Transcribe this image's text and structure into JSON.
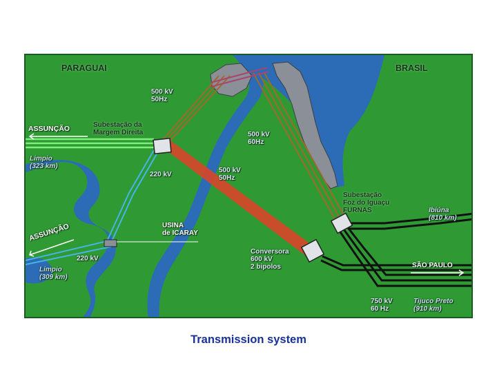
{
  "caption": "Transmission system",
  "map": {
    "countries": {
      "left": "PARAGUAI",
      "right": "BRASIL"
    },
    "labels": {
      "hvdc_top": [
        "500 kV",
        "50Hz"
      ],
      "hvdc_mid": [
        "500 kV",
        "60Hz"
      ],
      "hvdc_dc": [
        "500 kV",
        "50Hz"
      ],
      "substation_left": [
        "Subestação da",
        "Margem Direita"
      ],
      "substation_right": [
        "Subestação",
        "Foz do Iguaçu",
        "FURNAS"
      ],
      "assuncao_top": "ASSUNÇÃO",
      "assuncao_bottom": "ASSUNÇÃO",
      "limpio_top": [
        "Limpio",
        "(323 km)"
      ],
      "limpio_bottom": [
        "Limpio",
        "(309 km)"
      ],
      "kv220_top": "220 kV",
      "kv220_bottom": "220 kV",
      "usina": [
        "USINA",
        "de ICARAY"
      ],
      "conversora": [
        "Conversora",
        "600 kV",
        "2 bipolos"
      ],
      "ibiuna": [
        "Ibiúna",
        "(810 km)"
      ],
      "sao_paulo": "SÃO PAULO",
      "kv750": [
        "750 kV",
        "60 Hz"
      ],
      "tijuco": [
        "Tijuco Preto",
        "(910 km)"
      ]
    },
    "colors": {
      "land": "#2f9a34",
      "water": "#2c6bb5",
      "ac_green": "#7cf07a",
      "ac_blue": "#47b4e8",
      "ac_black": "#111111",
      "hvdc_red": "#d9452a"
    }
  }
}
